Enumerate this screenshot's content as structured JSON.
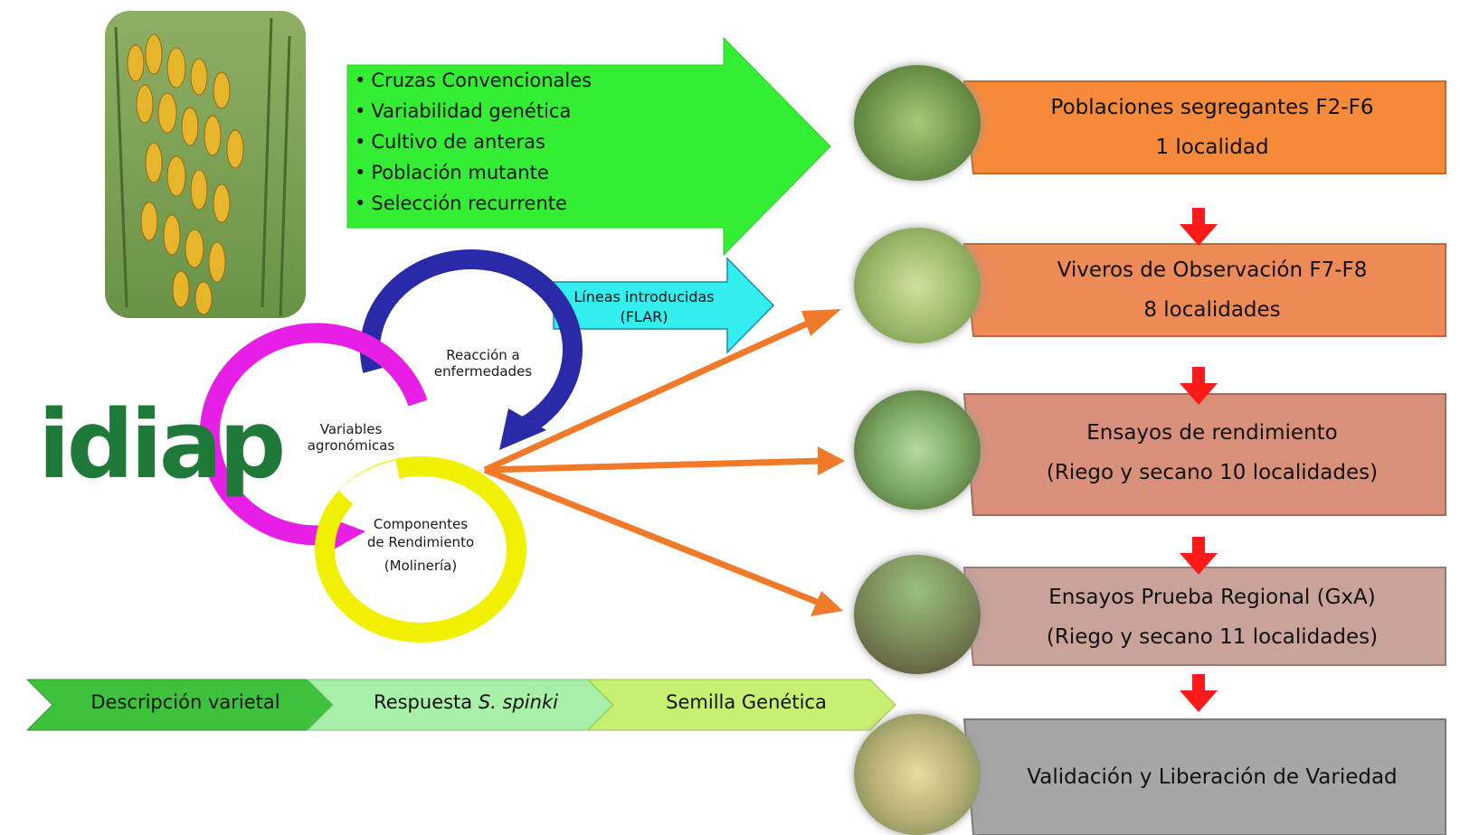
{
  "logo": {
    "text": "idiap",
    "color": "#1f7a3a"
  },
  "breeding_methods": {
    "items": [
      "Cruzas Convencionales",
      "Variabilidad genética",
      "Cultivo de anteras",
      "Población mutante",
      "Selección recurrente"
    ],
    "color": "#33ee33"
  },
  "introduced_lines": {
    "line1": "Líneas introducidas",
    "line2": "(FLAR)",
    "color": "#33eeee"
  },
  "evaluation_cycle": {
    "disease": {
      "line1": "Reacción a",
      "line2": "enfermedades",
      "color": "#2a2aa8"
    },
    "agronomic": {
      "line1": "Variables",
      "line2": "agronómicas",
      "color": "#e61ee6"
    },
    "yield": {
      "line1": "Componentes",
      "line2": "de Rendimiento",
      "line3": "(Molinería)",
      "color": "#f0f000"
    }
  },
  "stages": [
    {
      "line1": "Poblaciones segregantes F2-F6",
      "line2": "1 localidad",
      "color": "#f58a3a",
      "photo": "rice-plants-photo"
    },
    {
      "line1": "Viveros de Observación F7-F8",
      "line2": "8 localidades",
      "color": "#ec8a58",
      "photo": "observation-nursery-photo"
    },
    {
      "line1": "Ensayos de rendimiento",
      "line2": "(Riego y secano 10 localidades)",
      "color": "#d9907a",
      "photo": "yield-trial-photo"
    },
    {
      "line1": "Ensayos Prueba Regional (GxA)",
      "line2": "(Riego y secano 11 localidades)",
      "color": "#c9a29a",
      "photo": "regional-trial-photo"
    },
    {
      "line1": "Validación y Liberación de Variedad",
      "line2": "",
      "color": "#a6a6a6",
      "photo": "rice-panicle-photo"
    }
  ],
  "chevrons": [
    {
      "label": "Descripción varietal",
      "color": "#3ec23e"
    },
    {
      "label_prefix": "Respuesta ",
      "label_italic": "S. spinki",
      "color": "#a8f0a8"
    },
    {
      "label": "Semilla Genética",
      "color": "#c8f070"
    }
  ],
  "colors": {
    "fan_arrows": "#f07a2a",
    "flow_arrows": "#ff1a1a"
  }
}
